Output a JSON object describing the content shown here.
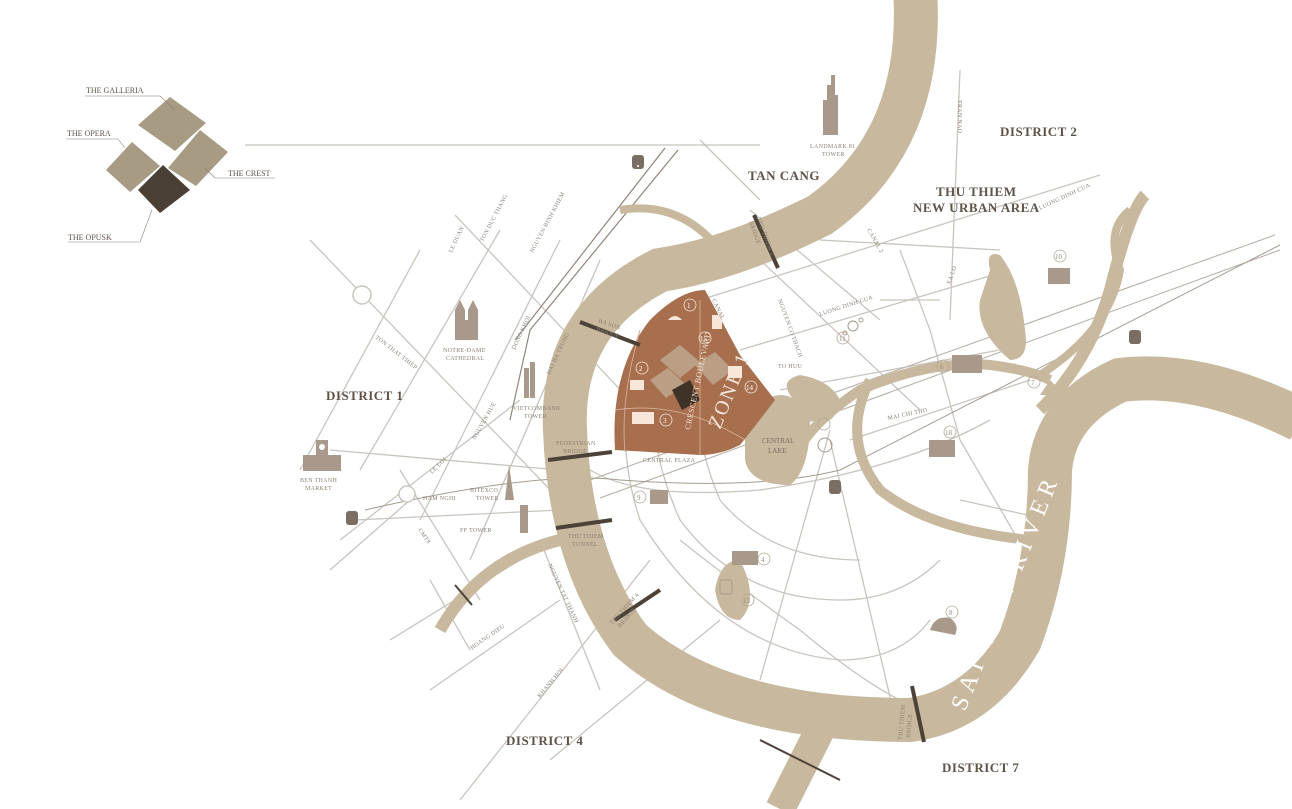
{
  "districts": {
    "d1": "DISTRICT 1",
    "d2": "DISTRICT 2",
    "d4": "DISTRICT 4",
    "d7": "DISTRICT 7"
  },
  "areas": {
    "tan_cang": "TAN CANG",
    "thu_thiem_line1": "THU THIEM",
    "thu_thiem_line2": "NEW URBAN AREA",
    "central_lake_line1": "CENTRAL",
    "central_lake_line2": "LAKE",
    "central_plaza": "CENTRAL PLAZA"
  },
  "river": {
    "name": "SAI GON RIVER"
  },
  "zone": {
    "label": "ZONE 1",
    "boulevard": "CRESCENT BOULEVARD"
  },
  "key_map": {
    "the_galleria": "THE GALLERIA",
    "the_opera": "THE OPERA",
    "the_crest": "THE CREST",
    "the_opusk": "THE OPUSK"
  },
  "landmarks": {
    "landmark81_line1": "LANDMARK 81",
    "landmark81_line2": "TOWER",
    "notre_dame_line1": "NOTRE-DAME",
    "notre_dame_line2": "CATHEDRAL",
    "vietcombank_line1": "VIETCOMBANK",
    "vietcombank_line2": "TOWER",
    "bitexco_line1": "BITEXCO",
    "bitexco_line2": "TOWER",
    "ben_thanh_line1": "BEN THANH",
    "ben_thanh_line2": "MARKET",
    "ff_tower": "FF TOWER"
  },
  "bridges": {
    "ba_son_line1": "BA SON",
    "ba_son_line2": "BRIDGE",
    "pedestrian_line1": "PEDESTRIAN",
    "pedestrian_line2": "BRIDGE",
    "thu_thiem_line1": "THU THIEM",
    "thu_thiem_line2": "BRIDGE",
    "thu_thiem2_line1": "THU THIEM 2",
    "thu_thiem2_line2": "BRIDGE",
    "thu_thiem4_line1": "THU THIEM 4",
    "thu_thiem4_line2": "BRIDGE",
    "tunnel_line1": "THU THIEM",
    "tunnel_line2": "TUNNEL"
  },
  "roads": {
    "le_duan": "LE DUAN",
    "ton_duc_thang": "TON DUC THANG",
    "nguyen_binh_khiem": "NGUYEN BINH KHIEM",
    "dong_khoi": "DONG KHOI",
    "hai_ba_trung": "HAI BA TRUNG",
    "nguyen_hue": "NGUYEN HUE",
    "ton_that_thiep": "TON THAT THIEP",
    "le_loi": "LE LOI",
    "ham_nghi": "HAM NGHI",
    "cmt8": "CMT8",
    "nguyen_tat_thanh": "NGUYEN TAT THANH",
    "hoang_dieu": "HOANG DIEU",
    "khanh_hoi": "KHANH HOI",
    "tran_nao": "TRAN NAO",
    "luong_dinh_cua": "LUONG DINH CUA",
    "nguyen_co_thach": "NGUYEN CO THACH",
    "to_huu": "TO HUU",
    "mai_chi_tho": "MAI CHI THO",
    "canal": "CANAL",
    "canal_2": "CANAL 2",
    "xa_lo": "XA LO"
  },
  "markers": [
    "1",
    "2",
    "3",
    "4",
    "6",
    "7",
    "8",
    "9",
    "10",
    "11",
    "13",
    "14",
    "15",
    "18"
  ],
  "colors": {
    "river": "#c8b89e",
    "zone": "#a86f4e",
    "road": "#c9c4bd",
    "key_light": "#a89b84",
    "key_dark": "#4a3f34",
    "bridge": "#4d4238"
  }
}
